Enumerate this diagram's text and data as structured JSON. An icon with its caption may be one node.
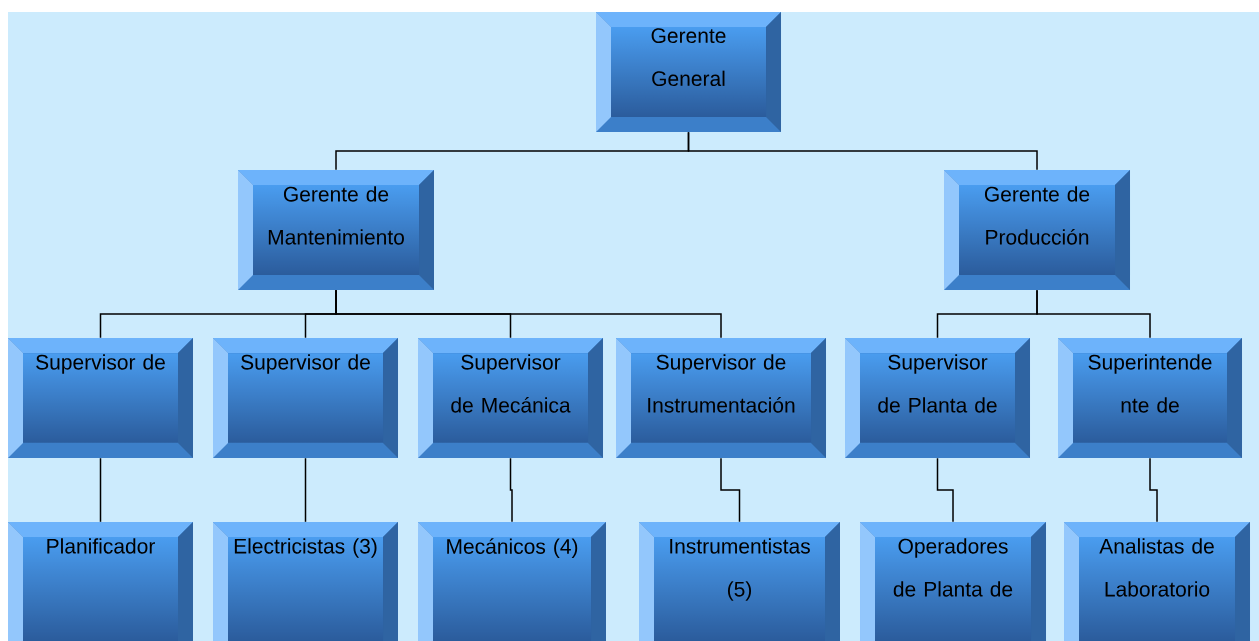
{
  "diagram": {
    "nodes": [
      {
        "text": [
          "Gerente General"
        ]
      },
      {
        "text": [
          "Gerente de Mantenimiento"
        ]
      },
      {
        "text": [
          "Gerente de Producción"
        ]
      },
      {
        "text": [
          "Supervisor de"
        ]
      },
      {
        "text": [
          "Supervisor de"
        ]
      },
      {
        "text": [
          "Supervisor de Mecánica"
        ]
      },
      {
        "text": [
          "Supervisor de Instrumentación"
        ]
      },
      {
        "text": [
          "Supervisor de Planta de"
        ]
      },
      {
        "text": [
          "Superintende nte de"
        ]
      },
      {
        "text": [
          "Planificador"
        ]
      },
      {
        "text": [
          "Electricistas (3)"
        ]
      },
      {
        "text": [
          "Mecánicos (4)"
        ]
      },
      {
        "text": [
          "Instrumentistas (5)"
        ]
      },
      {
        "text": [
          "Operadores de Planta de"
        ]
      },
      {
        "text": [
          "Analistas de Laboratorio"
        ]
      }
    ],
    "edges": [
      {
        "from": 0,
        "to": 1,
        "arrow": "none"
      },
      {
        "from": 0,
        "to": 2,
        "arrow": "none"
      },
      {
        "from": 1,
        "to": 3,
        "arrow": "none"
      },
      {
        "from": 1,
        "to": 4,
        "arrow": "none"
      },
      {
        "from": 1,
        "to": 5,
        "arrow": "none"
      },
      {
        "from": 1,
        "to": 6,
        "arrow": "none"
      },
      {
        "from": 2,
        "to": 7,
        "arrow": "none"
      },
      {
        "from": 2,
        "to": 8,
        "arrow": "none"
      },
      {
        "from": 3,
        "to": 9,
        "arrow": "none"
      },
      {
        "from": 4,
        "to": 10,
        "arrow": "none"
      },
      {
        "from": 5,
        "to": 11,
        "arrow": "none"
      },
      {
        "from": 6,
        "to": 12,
        "arrow": "none"
      },
      {
        "from": 7,
        "to": 13,
        "arrow": "none"
      },
      {
        "from": 8,
        "to": 14,
        "arrow": "none"
      }
    ]
  }
}
